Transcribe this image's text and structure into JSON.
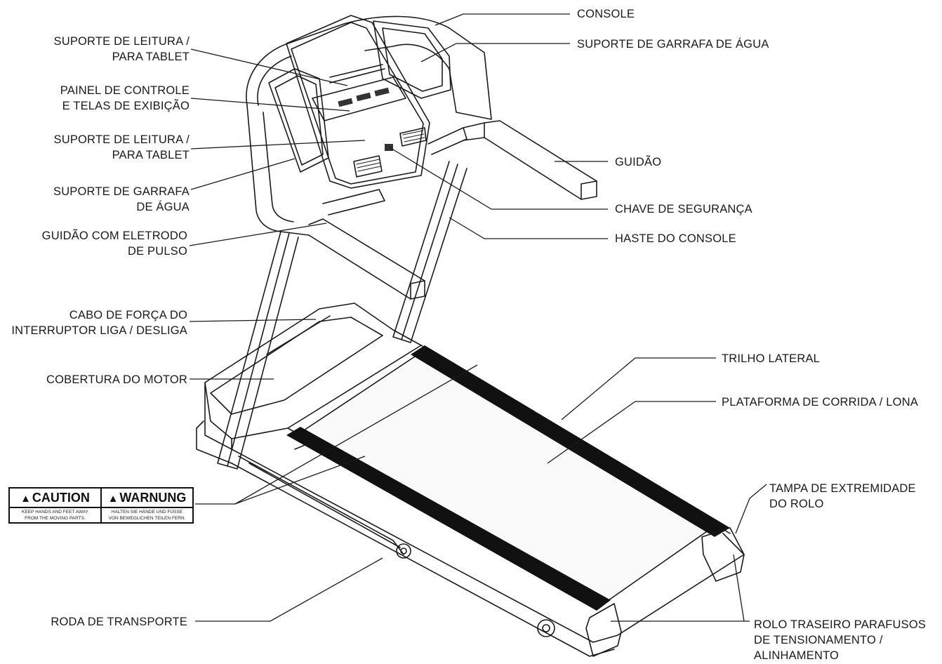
{
  "labels": {
    "console": "CONSOLE",
    "water_bottle_holder_right": "SUPORTE DE GARRAFA DE ÁGUA",
    "reading_rack_top": [
      "SUPORTE DE LEITURA /",
      "PARA TABLET"
    ],
    "control_panel": [
      "PAINEL DE CONTROLE",
      "E TELAS DE EXIBIÇÃO"
    ],
    "reading_rack_bottom": [
      "SUPORTE DE LEITURA /",
      "PARA TABLET"
    ],
    "water_bottle_holder_left": [
      "SUPORTE DE GARRAFA",
      "DE ÁGUA"
    ],
    "pulse_handlebar": [
      "GUIDÃO COM ELETRODO",
      "DE PULSO"
    ],
    "power_cord": [
      "CABO DE FORÇA DO",
      "INTERRUPTOR LIGA / DESLIGA"
    ],
    "motor_cover": "COBERTURA DO MOTOR",
    "handlebar": "GUIDÃO",
    "safety_key": "CHAVE DE SEGURANÇA",
    "console_mast": "HASTE DO CONSOLE",
    "side_rail": "TRILHO LATERAL",
    "running_deck": "PLATAFORMA DE CORRIDA / LONA",
    "roller_end_cap": [
      "TAMPA DE EXTREMIDADE",
      "DO ROLO"
    ],
    "transport_wheel": "RODA DE TRANSPORTE",
    "rear_roller_bolts": [
      "ROLO TRASEIRO PARAFUSOS",
      "DE TENSIONAMENTO /",
      "ALINHAMENTO"
    ]
  },
  "warning_label": {
    "caution_title": "CAUTION",
    "caution_text": [
      "KEEP HANDS AND FEET AWAY",
      "FROM THE MOVING PARTS."
    ],
    "warnung_title": "WARNUNG",
    "warnung_text": [
      "HALTEN SIE HÄNDE UND FÜSSE",
      "VON BEWEGLICHEN TEILEN FERN."
    ]
  },
  "colors": {
    "ink": "#1a1a1a",
    "belt": "#111111"
  }
}
